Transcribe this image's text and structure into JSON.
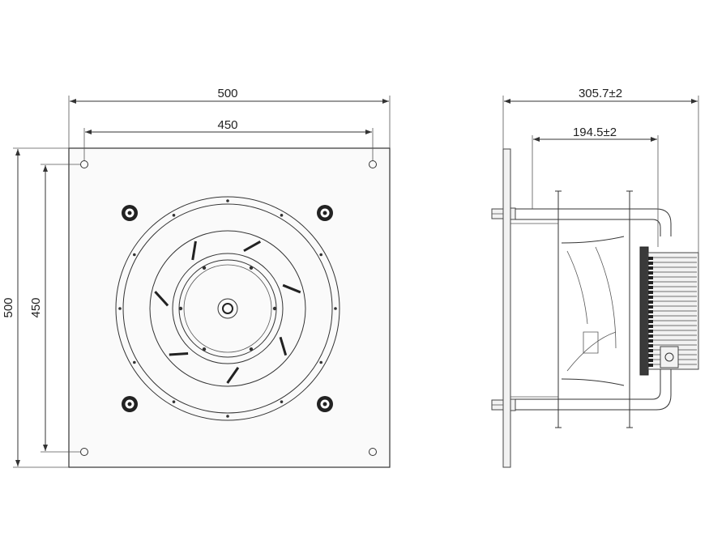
{
  "front_view": {
    "dim_width_outer": "500",
    "dim_width_holes": "450",
    "dim_height_outer": "500",
    "dim_height_holes": "450"
  },
  "side_view": {
    "dim_depth_total": "305.7±2",
    "dim_depth_motor": "194.5±2"
  }
}
